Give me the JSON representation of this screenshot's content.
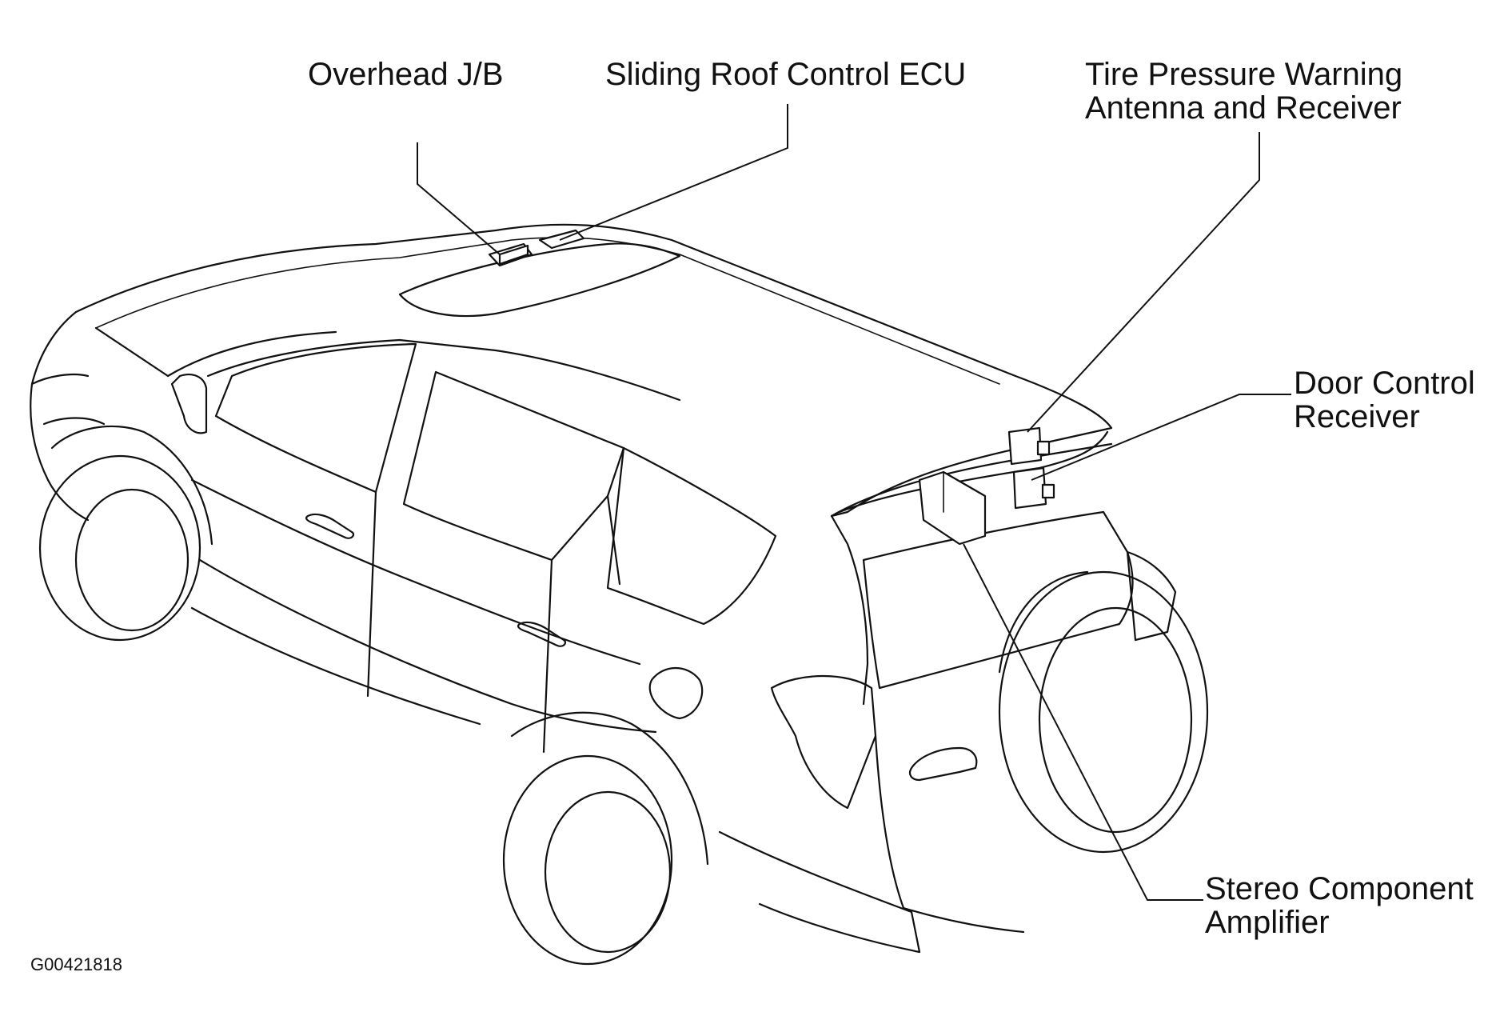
{
  "labels": {
    "overhead_jb": "Overhead J/B",
    "sliding_roof_ecu": "Sliding Roof Control ECU",
    "tire_pressure_line1": "Tire Pressure Warning",
    "tire_pressure_line2": "Antenna and Receiver",
    "door_control_line1": "Door Control",
    "door_control_line2": "Receiver",
    "stereo_amp_line1": "Stereo Component",
    "stereo_amp_line2": "Amplifier"
  },
  "figure_code": "G00421818",
  "colors": {
    "line": "#111111",
    "background": "#ffffff"
  }
}
